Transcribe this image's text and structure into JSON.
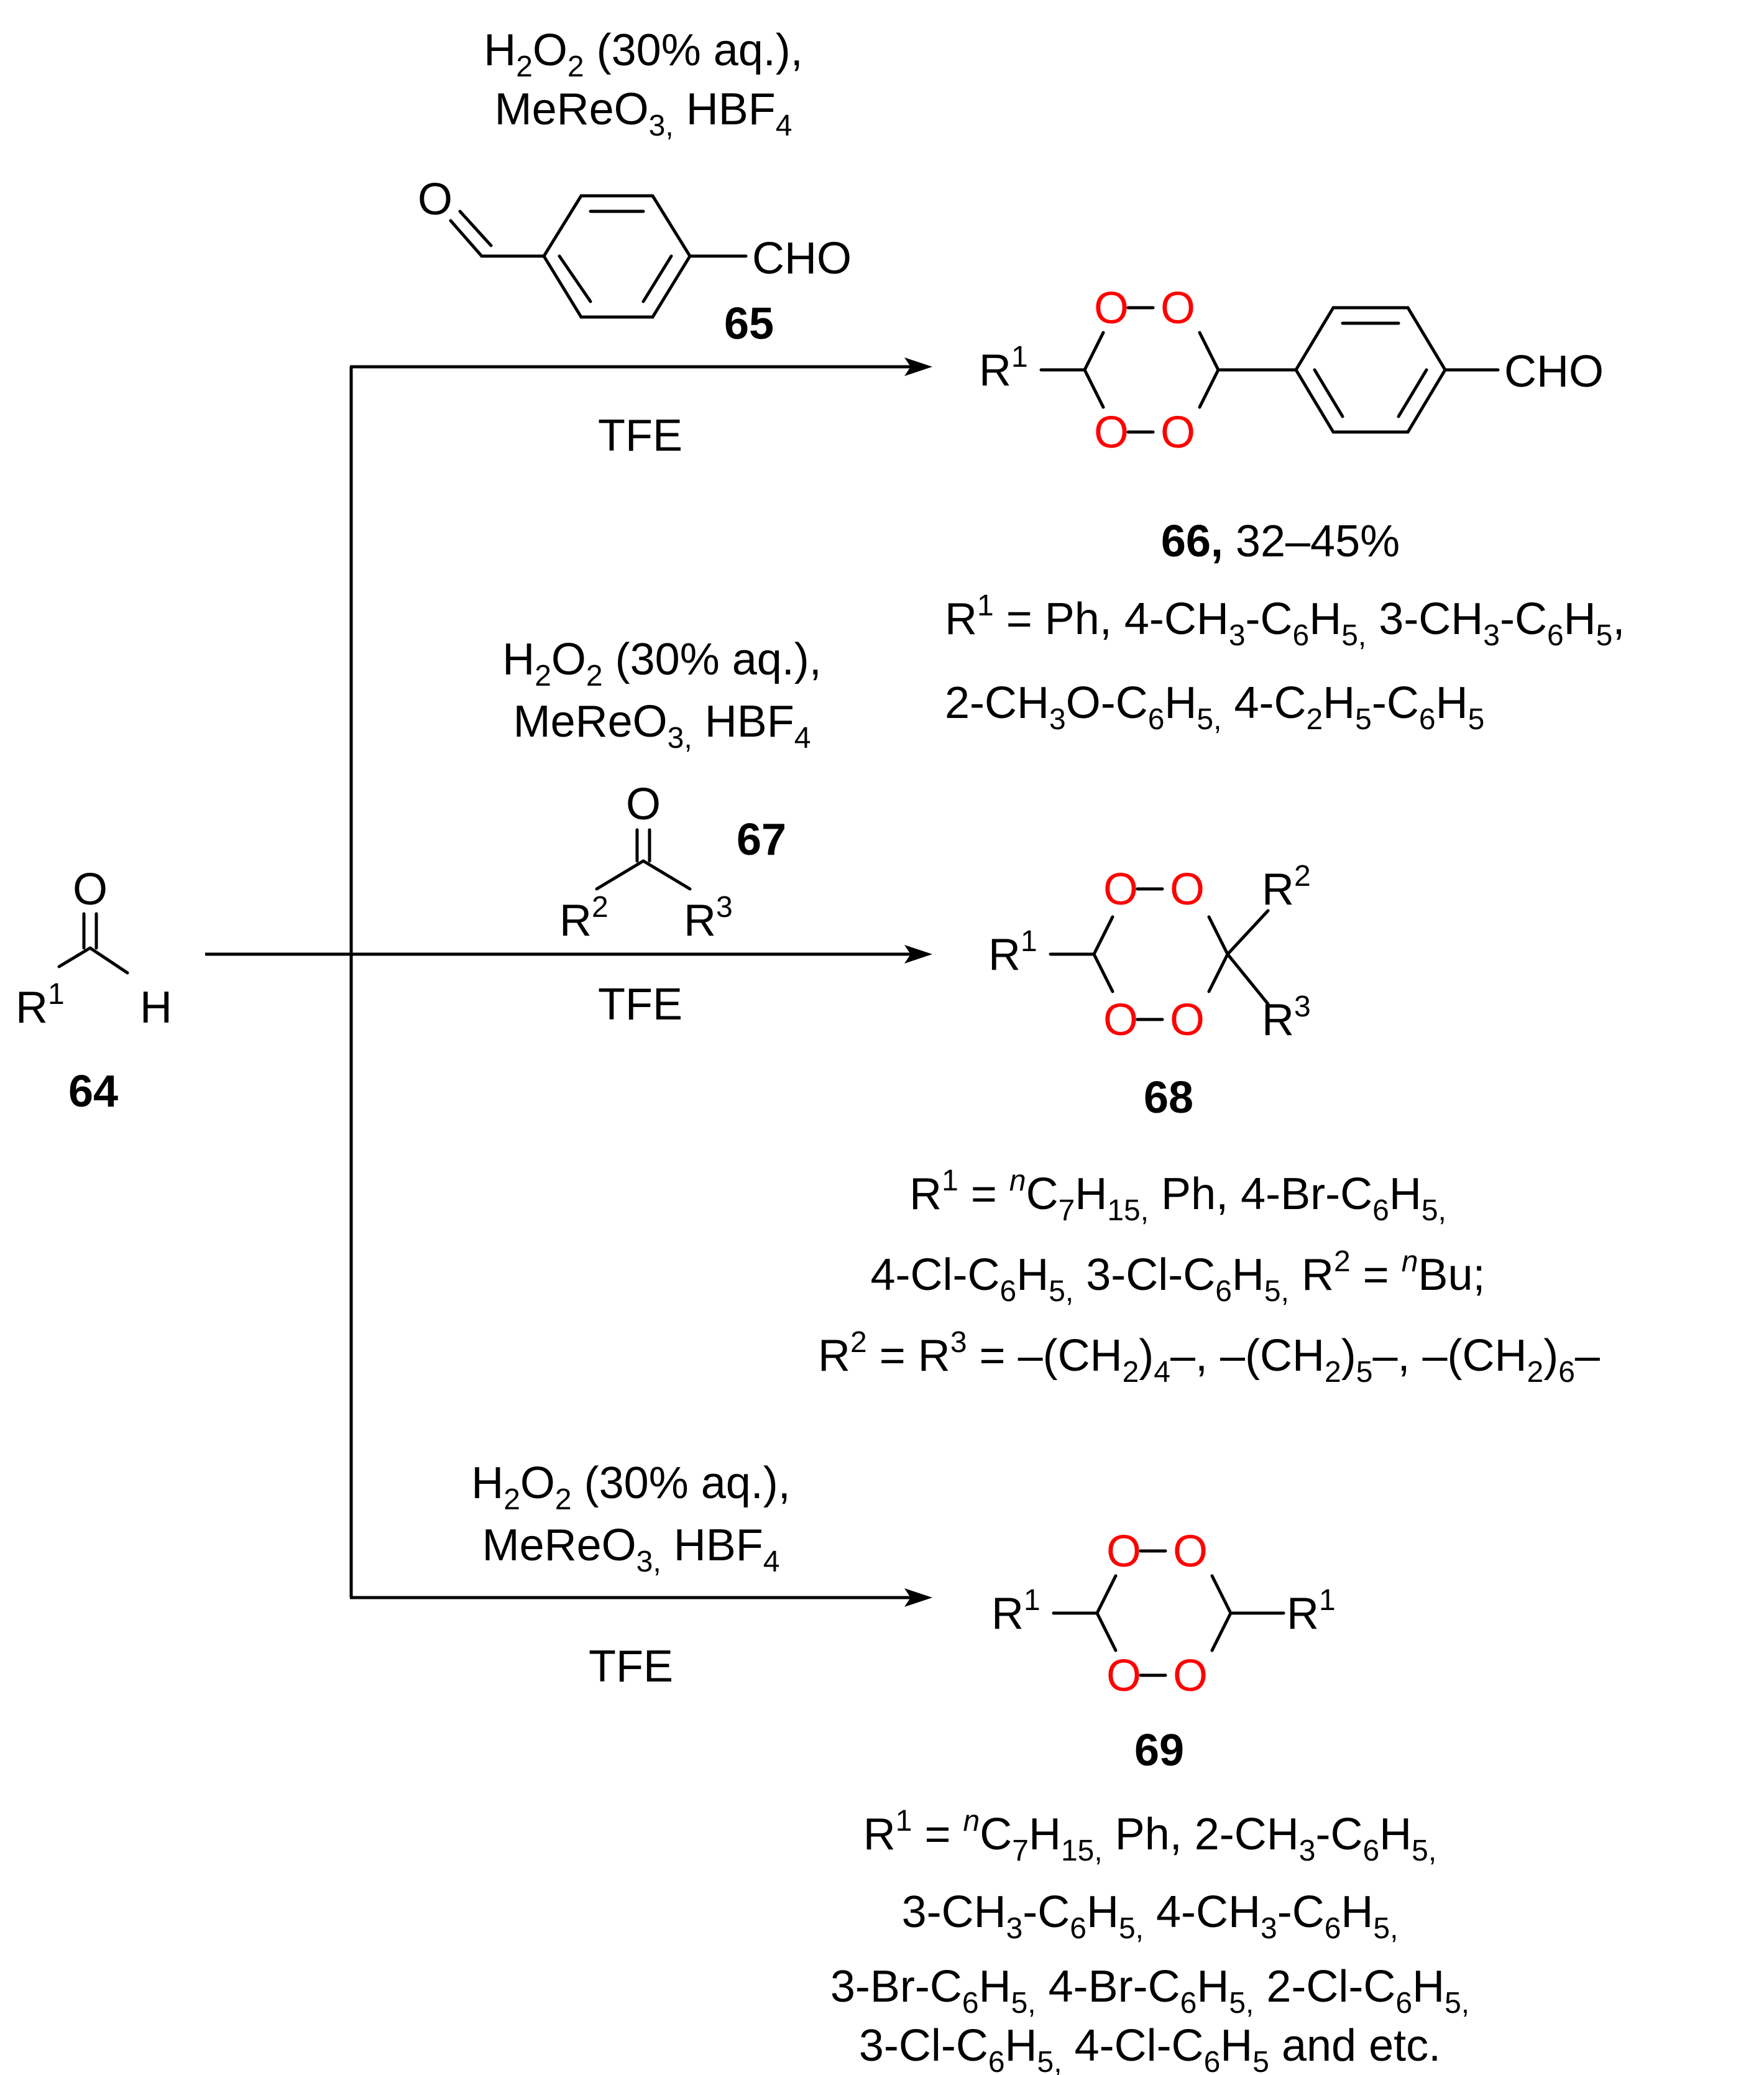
{
  "colors": {
    "oxygen": "#ff0000",
    "text": "#000000",
    "background": "#ffffff"
  },
  "start": {
    "id": "64",
    "o": "O",
    "r": "R",
    "r_sup": "1",
    "h": "H"
  },
  "row1": {
    "cond1_pre": "H",
    "cond1_sub": "2",
    "cond1_mid": "O",
    "cond1_sub2": "2",
    "cond1_post": " (30% aq.),",
    "cond2_pre": "MeReO",
    "cond2_sub": "3,",
    "cond2_post": " HBF",
    "cond2_sub2": "4",
    "reagent_o": "O",
    "reagent_cho": "CHO",
    "reagent_id": "65",
    "solvent": "TFE",
    "prod_r": "R",
    "prod_r_sup": "1",
    "prod_cho": "CHO",
    "prod_id": "66,",
    "prod_yield": " 32–45%",
    "sub1": [
      "R",
      "1",
      " = Ph,  4-CH",
      "3",
      "-C",
      "6",
      "H",
      "5,",
      " 3-CH",
      "3",
      "-C",
      "6",
      "H",
      "5",
      ","
    ],
    "sub2": [
      "2-CH",
      "3",
      "O-C",
      "6",
      "H",
      "5,",
      " 4-C",
      "2",
      "H",
      "5",
      "-C",
      "6",
      "H",
      "5"
    ]
  },
  "row2": {
    "cond1_pre": "H",
    "cond1_sub": "2",
    "cond1_mid": "O",
    "cond1_sub2": "2",
    "cond1_post": " (30% aq.),",
    "cond2_pre": "MeReO",
    "cond2_sub": "3,",
    "cond2_post": " HBF",
    "cond2_sub2": "4",
    "reagent_o": "O",
    "reagent_r2": "R",
    "reagent_r2_sup": "2",
    "reagent_r3": "R",
    "reagent_r3_sup": "3",
    "reagent_id": "67",
    "solvent": "TFE",
    "prod_r1": "R",
    "prod_r1_sup": "1",
    "prod_r2": "R",
    "prod_r2_sup": "2",
    "prod_r3": "R",
    "prod_r3_sup": "3",
    "prod_id": "68",
    "sub1": [
      "R",
      "1",
      " = ",
      "n",
      "C",
      "7",
      "H",
      "15,",
      " Ph,  4-Br-C",
      "6",
      "H",
      "5,"
    ],
    "sub2": [
      "4-Cl-C",
      "6",
      "H",
      "5,",
      "  3-Cl-C",
      "6",
      "H",
      "5,",
      " R",
      "2",
      " = ",
      "n",
      "Bu;"
    ],
    "sub3": [
      "R",
      "2",
      " = R",
      "3",
      " = –(CH",
      "2",
      ")",
      "4",
      "–, –(CH",
      "2",
      ")",
      "5",
      "–, –(CH",
      "2",
      ")",
      "6",
      "–"
    ]
  },
  "row3": {
    "cond1_pre": "H",
    "cond1_sub": "2",
    "cond1_mid": "O",
    "cond1_sub2": "2",
    "cond1_post": " (30% aq.),",
    "cond2_pre": "MeReO",
    "cond2_sub": "3,",
    "cond2_post": " HBF",
    "cond2_sub2": "4",
    "solvent": "TFE",
    "prod_r_left": "R",
    "prod_r_left_sup": "1",
    "prod_r_right": "R",
    "prod_r_right_sup": "1",
    "prod_id": "69",
    "sub1": [
      "R",
      "1",
      " = ",
      "n",
      "C",
      "7",
      "H",
      "15,",
      " Ph, 2-CH",
      "3",
      "-C",
      "6",
      "H",
      "5,"
    ],
    "sub2": [
      "3-CH",
      "3",
      "-C",
      "6",
      "H",
      "5,",
      "   4-CH",
      "3",
      "-C",
      "6",
      "H",
      "5,"
    ],
    "sub3": [
      "3-Br-C",
      "6",
      "H",
      "5,",
      " 4-Br-C",
      "6",
      "H",
      "5,",
      " 2-Cl-C",
      "6",
      "H",
      "5,"
    ],
    "sub4": [
      "3-Cl-C",
      "6",
      "H",
      "5,",
      " 4-Cl-C",
      "6",
      "H",
      "5",
      " and etc."
    ]
  },
  "ring_oxygen": "O"
}
